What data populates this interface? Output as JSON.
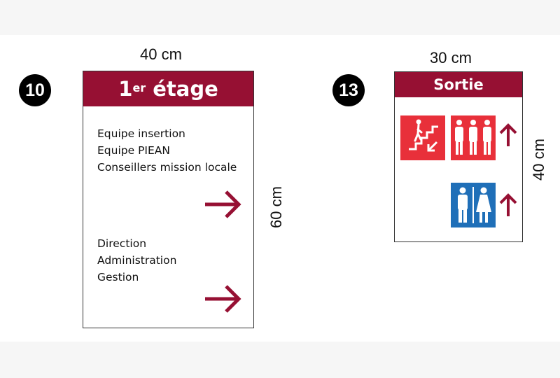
{
  "colors": {
    "header": "#961033",
    "arrow": "#961033",
    "fire_red": "#e8303a",
    "toilet_blue": "#1f6fb8"
  },
  "sign10": {
    "number": "10",
    "width_label": "40 cm",
    "height_label": "60 cm",
    "header_main": "1",
    "header_sup": "er",
    "header_rest": "étage",
    "group1": [
      "Equipe insertion",
      "Equipe PIEAN",
      "Conseillers mission locale"
    ],
    "group2": [
      "Direction",
      "Administration",
      "Gestion"
    ],
    "arrows": [
      "right-arrow-icon",
      "right-arrow-icon"
    ]
  },
  "sign13": {
    "number": "13",
    "width_label": "30 cm",
    "height_label": "40 cm",
    "header": "Sortie",
    "icons": [
      "stairs-down-exit-icon",
      "assembly-people-icon",
      "up-arrow-icon",
      "toilets-icon",
      "up-arrow-icon"
    ]
  }
}
